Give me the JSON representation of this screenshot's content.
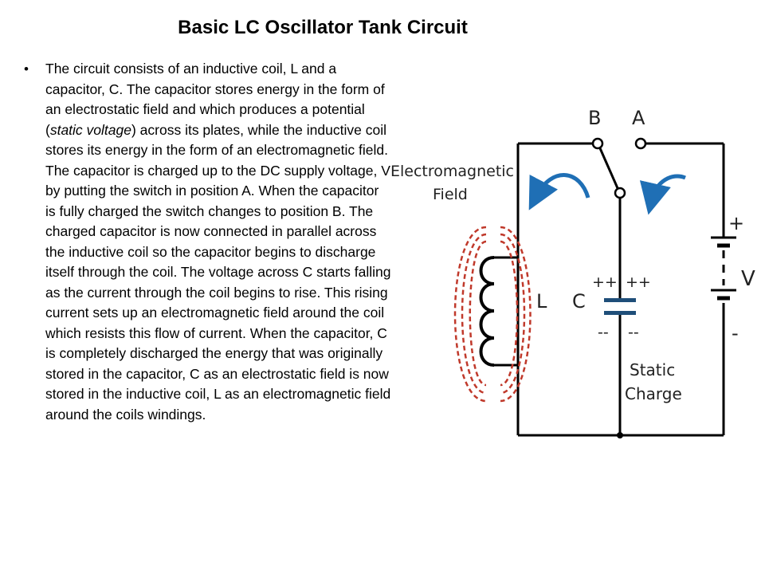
{
  "slide": {
    "title": "Basic LC Oscillator Tank Circuit",
    "bullets": [
      {
        "segments": [
          {
            "text": "The circuit consists of an inductive coil, L and a capacitor, C. The capacitor stores energy in the form of an electrostatic field and which produces a potential (",
            "italic": false
          },
          {
            "text": "static voltage",
            "italic": true
          },
          {
            "text": ") across its plates, while the inductive coil stores its energy in the form of an electromagnetic field. The capacitor is charged up to the DC supply voltage, V by putting the switch in position A. When the capacitor is fully charged the switch changes to position B. The charged capacitor is now connected in parallel across the inductive coil so the capacitor begins to discharge itself through the coil. The voltage across C starts falling as the current through the coil begins to rise. This rising current sets up an electromagnetic field around the coil which resists this flow of current. When the capacitor, C is completely discharged the energy that was originally stored in the capacitor, C as an electrostatic field is now stored in the inductive coil, L as an electromagnetic field around the coils windings.",
            "italic": false
          }
        ]
      }
    ]
  },
  "diagram": {
    "label_b": "B",
    "label_a": "A",
    "field_label_1": "Electromagnetic",
    "field_label_2": "Field",
    "label_l": "L",
    "label_c": "C",
    "plus_left": "++",
    "plus_right": "++",
    "minus_left": "--",
    "minus_right": "--",
    "battery_plus": "+",
    "battery_v": "V",
    "battery_minus": "-",
    "static_1": "Static",
    "static_2": "Charge",
    "colors": {
      "wire": "#000000",
      "field": "#c0392b",
      "arrow": "#1f6fb5",
      "cap_plate": "#1f4e79"
    }
  }
}
